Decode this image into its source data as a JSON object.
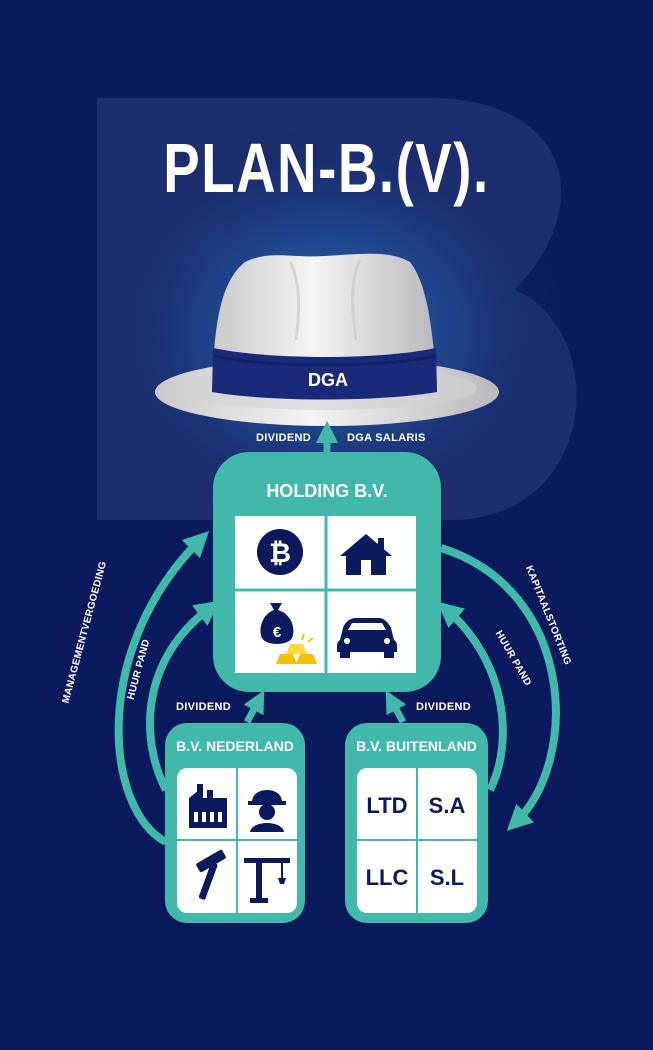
{
  "title": "PLAN-B.(V).",
  "hat": {
    "band_label": "DGA"
  },
  "labels": {
    "dividend_top": "DIVIDEND",
    "dga_salaris": "DGA SALARIS",
    "managementvergoeding": "MANAGEMENTVERGOEDING",
    "huur_pand_left": "HUUR PAND",
    "dividend_left": "DIVIDEND",
    "dividend_right": "DIVIDEND",
    "huur_pand_right": "HUUR PAND",
    "kapitaalstorting": "KAPITAALSTORTING"
  },
  "holding": {
    "title": "HOLDING B.V.",
    "icons": [
      "bitcoin-icon",
      "house-icon",
      "money-bag-euro-icon",
      "gold-bars-icon",
      "car-icon"
    ]
  },
  "bv_nederland": {
    "title": "B.V. NEDERLAND",
    "icons": [
      "factory-icon",
      "worker-icon",
      "hammer-icon",
      "crane-icon"
    ]
  },
  "bv_buitenland": {
    "title": "B.V. BUITENLAND",
    "cells": [
      "LTD",
      "S.A",
      "LLC",
      "S.L"
    ]
  },
  "colors": {
    "background": "#0b1a5c",
    "accent": "#41b8a9",
    "hat": "#e9e9ea",
    "white": "#ffffff"
  }
}
